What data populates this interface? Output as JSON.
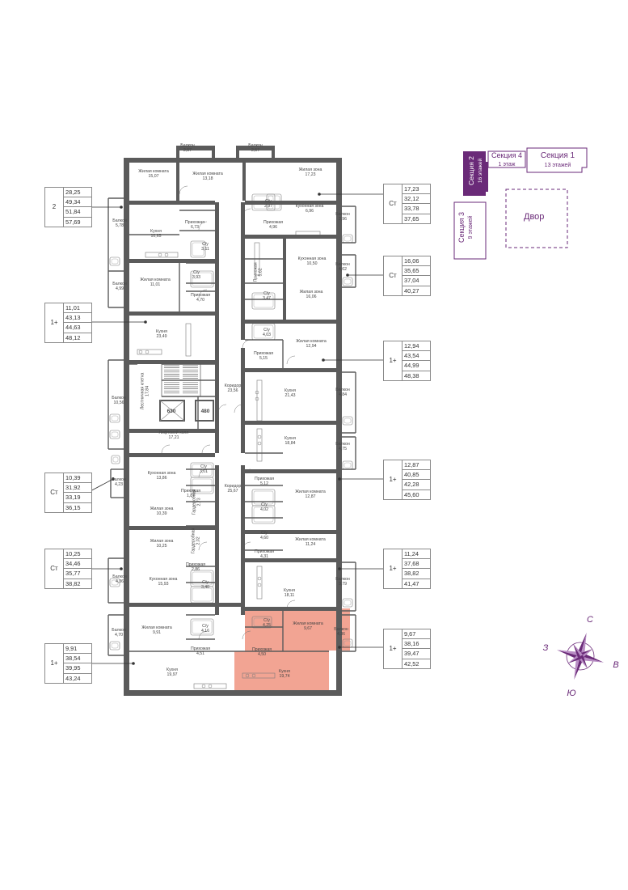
{
  "colors": {
    "wall": "#5b5b5b",
    "highlight": "#f2a493",
    "accent": "#6a2a78",
    "accent_light": "#f1e9f3",
    "table_border": "#8a8a8a"
  },
  "rooms": [
    {
      "id": "r1",
      "name": "Балкон",
      "value": "2,57"
    },
    {
      "id": "r2",
      "name": "Балкон",
      "value": "2,57"
    },
    {
      "id": "r3",
      "name": "Жилая комната",
      "value": "15,07"
    },
    {
      "id": "r4",
      "name": "Жилая комната",
      "value": "13,18"
    },
    {
      "id": "r5",
      "name": "Жилая зона",
      "value": "17,23"
    },
    {
      "id": "r6",
      "name": "С/у",
      "value": "2,97"
    },
    {
      "id": "r7",
      "name": "Кухонная зона",
      "value": "6,96"
    },
    {
      "id": "r8",
      "name": "Балкон",
      "value": "2,96"
    },
    {
      "id": "r9",
      "name": "Балкон",
      "value": "5,78"
    },
    {
      "id": "r10",
      "name": "Кухня",
      "value": "10,65"
    },
    {
      "id": "r11",
      "name": "Прихожая",
      "value": "6,73"
    },
    {
      "id": "r12",
      "name": "С/у",
      "value": "3,11"
    },
    {
      "id": "r13",
      "name": "Прихожая",
      "value": "4,96"
    },
    {
      "id": "r14",
      "name": "Кухонная зона",
      "value": "10,50"
    },
    {
      "id": "r15",
      "name": "Балкон",
      "value": "4,62"
    },
    {
      "id": "r16",
      "name": "Балкон",
      "value": "4,99"
    },
    {
      "id": "r17",
      "name": "Жилая комната",
      "value": "11,01"
    },
    {
      "id": "r18",
      "name": "С/у",
      "value": "3,93"
    },
    {
      "id": "r19",
      "name": "Прихожая",
      "value": "5,62"
    },
    {
      "id": "r20",
      "name": "С/у",
      "value": "3,47"
    },
    {
      "id": "r21",
      "name": "Жилая зона",
      "value": "16,06"
    },
    {
      "id": "r22",
      "name": "Прихожая",
      "value": "4,70"
    },
    {
      "id": "r23",
      "name": "Кухня",
      "value": "23,49"
    },
    {
      "id": "r24",
      "name": "С/у",
      "value": "4,03"
    },
    {
      "id": "r25",
      "name": "Жилая комната",
      "value": "12,94"
    },
    {
      "id": "r26",
      "name": "Прихожая",
      "value": "5,15"
    },
    {
      "id": "r27",
      "name": "Лестничная клетка",
      "value": "17,84"
    },
    {
      "id": "r28",
      "name": "Коридор",
      "value": "23,56"
    },
    {
      "id": "r29",
      "name": "Кухня",
      "value": "21,43"
    },
    {
      "id": "r30",
      "name": "Балкон",
      "value": "4,84"
    },
    {
      "id": "r31",
      "name": "Балкон",
      "value": "10,56"
    },
    {
      "id": "r32",
      "name": "Лифтовой холл",
      "value": "17,21"
    },
    {
      "id": "r33",
      "name": "Кухня",
      "value": "18,84"
    },
    {
      "id": "r34",
      "name": "Балкон",
      "value": "4,75"
    },
    {
      "id": "r35",
      "name": "Кухонная зона",
      "value": "13,86"
    },
    {
      "id": "r36",
      "name": "С/у",
      "value": "3,01"
    },
    {
      "id": "r37",
      "name": "Балкон",
      "value": "4,23"
    },
    {
      "id": "r38",
      "name": "Прихожая",
      "value": "1,87"
    },
    {
      "id": "r39",
      "name": "Гардеробная",
      "value": "2,73"
    },
    {
      "id": "r40",
      "name": "Коридор",
      "value": "25,67"
    },
    {
      "id": "r41",
      "name": "Прихожая",
      "value": "5,12"
    },
    {
      "id": "r42",
      "name": "Жилая комната",
      "value": "12,87"
    },
    {
      "id": "r43",
      "name": "Жилая зона",
      "value": "10,39"
    },
    {
      "id": "r44",
      "name": "С/у",
      "value": "4,02"
    },
    {
      "id": "r45",
      "name": "Жилая зона",
      "value": "10,25"
    },
    {
      "id": "r46",
      "name": "Гардеробная",
      "value": "2,02"
    },
    {
      "id": "r47",
      "name": "С/у",
      "value": "4,60"
    },
    {
      "id": "r48",
      "name": "Жилая комната",
      "value": "11,24"
    },
    {
      "id": "r49",
      "name": "Прихожая",
      "value": "2,86"
    },
    {
      "id": "r50",
      "name": "Прихожая",
      "value": "4,31"
    },
    {
      "id": "r51",
      "name": "Балкон",
      "value": "4,36"
    },
    {
      "id": "r52",
      "name": "Кухонная зона",
      "value": "15,93"
    },
    {
      "id": "r53",
      "name": "С/у",
      "value": "3,40"
    },
    {
      "id": "r54",
      "name": "Кухня",
      "value": "18,11"
    },
    {
      "id": "r55",
      "name": "Балкон",
      "value": "3,79"
    },
    {
      "id": "r56",
      "name": "Балкон",
      "value": "4,70"
    },
    {
      "id": "r57",
      "name": "Жилая комната",
      "value": "9,91"
    },
    {
      "id": "r58",
      "name": "С/у",
      "value": "4,16"
    },
    {
      "id": "r59",
      "name": "С/у",
      "value": "4,25"
    },
    {
      "id": "r60",
      "name": "Жилая комната",
      "value": "9,67"
    },
    {
      "id": "r61",
      "name": "Балкон",
      "value": "4,36"
    },
    {
      "id": "r62",
      "name": "Прихожая",
      "value": "4,51"
    },
    {
      "id": "r63",
      "name": "Прихожая",
      "value": "4,50"
    },
    {
      "id": "r64",
      "name": "Кухня",
      "value": "19,97"
    },
    {
      "id": "r65",
      "name": "Кухня",
      "value": "19,74"
    }
  ],
  "elevators": {
    "left": "630",
    "right": "480"
  },
  "apartments": [
    {
      "type": "2",
      "values": [
        "28,25",
        "49,34",
        "51,84",
        "57,69"
      ]
    },
    {
      "type": "1+",
      "values": [
        "11,01",
        "43,13",
        "44,63",
        "48,12"
      ]
    },
    {
      "type": "Ст",
      "values": [
        "10,39",
        "31,92",
        "33,19",
        "36,15"
      ]
    },
    {
      "type": "Ст",
      "values": [
        "10,25",
        "34,46",
        "35,77",
        "38,82"
      ]
    },
    {
      "type": "1+",
      "values": [
        "9,91",
        "38,54",
        "39,95",
        "43,24"
      ]
    },
    {
      "type": "Ст",
      "values": [
        "17,23",
        "32,12",
        "33,78",
        "37,65"
      ]
    },
    {
      "type": "Ст",
      "values": [
        "16,06",
        "35,65",
        "37,04",
        "40,27"
      ]
    },
    {
      "type": "1+",
      "values": [
        "12,94",
        "43,54",
        "44,99",
        "48,38"
      ]
    },
    {
      "type": "1+",
      "values": [
        "12,87",
        "40,85",
        "42,28",
        "45,60"
      ]
    },
    {
      "type": "1+",
      "values": [
        "11,24",
        "37,68",
        "38,82",
        "41,47"
      ]
    },
    {
      "type": "1+",
      "values": [
        "9,67",
        "38,16",
        "39,47",
        "42,52"
      ]
    }
  ],
  "key_plan": {
    "section2": "Секция 2",
    "section2_floors": "16 этажей",
    "section4": "Секция 4",
    "section4_floors": "1 этаж",
    "section1": "Секция 1",
    "section1_floors": "13 этажей",
    "section3": "Секция 3",
    "section3_floors": "9 этажей",
    "yard": "Двор"
  },
  "compass": {
    "north": "С",
    "south": "Ю",
    "east": "В",
    "west": "З"
  }
}
